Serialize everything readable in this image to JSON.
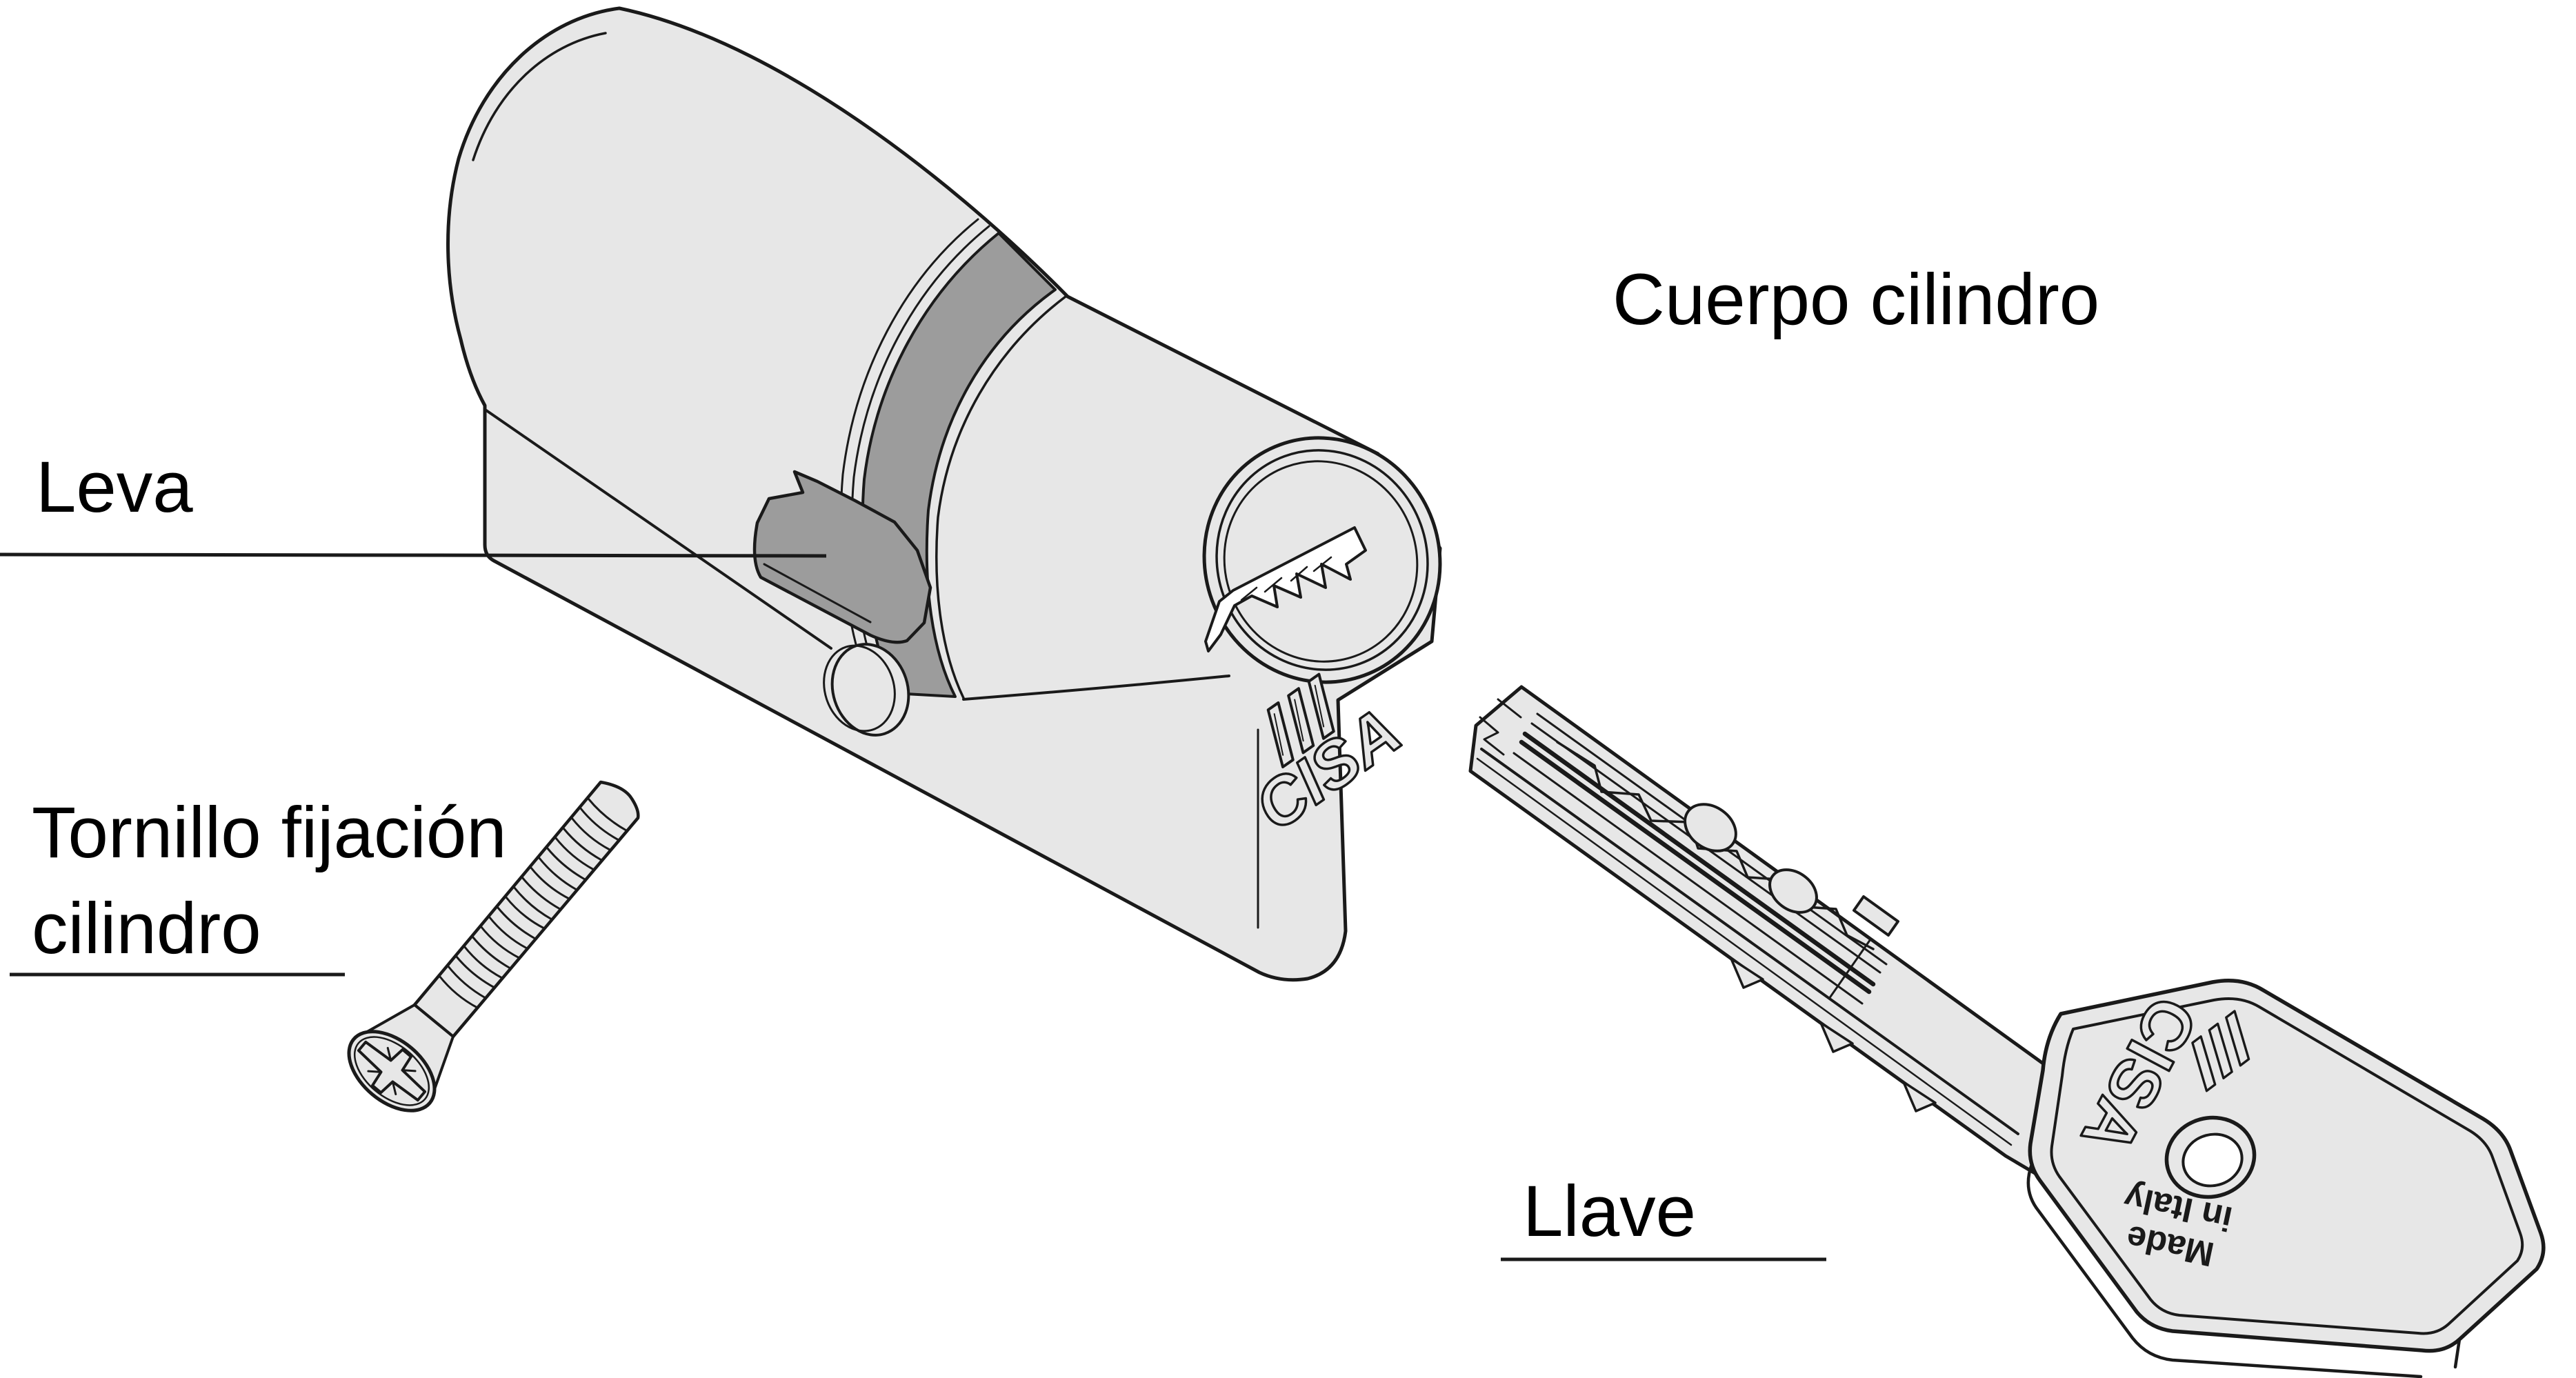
{
  "diagram": {
    "labels": {
      "leva": "Leva",
      "cuerpo_cilindro": "Cuerpo cilindro",
      "tornillo_line1": "Tornillo fijación",
      "tornillo_line2": "cilindro",
      "llave": "Llave"
    },
    "engravings": {
      "body_brand": "CISA",
      "key_brand": "CISA",
      "key_made_line1": "Made",
      "key_made_line2": "in Italy"
    },
    "colors": {
      "background": "#ffffff",
      "part_fill": "#e7e7e7",
      "cam_fill": "#9c9c9c",
      "outline": "#1a1a1a",
      "label_text": "#000000"
    }
  }
}
